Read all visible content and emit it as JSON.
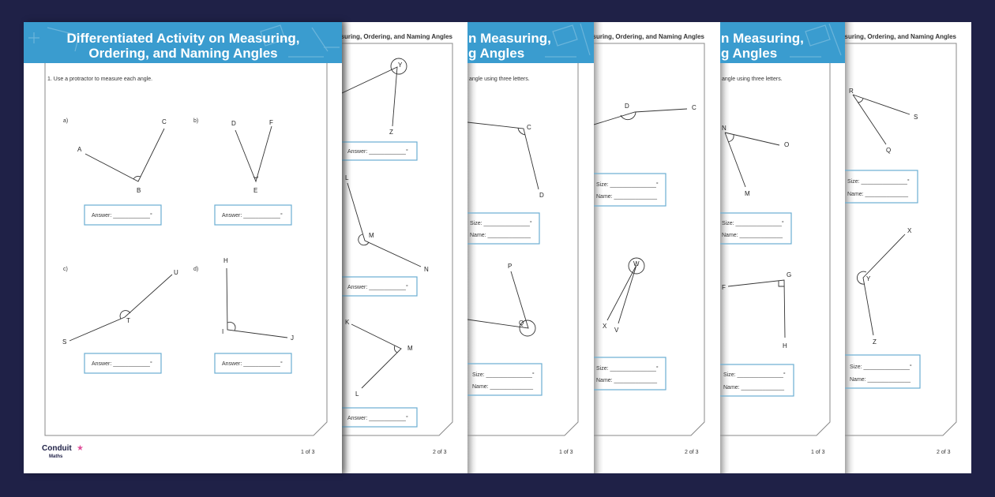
{
  "colors": {
    "background": "#1f2147",
    "header_blue": "#3a9ccf",
    "answer_border": "#6aaed3",
    "brand_star": "#e0509a"
  },
  "title_lines": [
    "Differentiated Activity on Measuring,",
    "Ordering, and Naming Angles"
  ],
  "title_fragments": [
    "n Measuring,",
    "g Angles"
  ],
  "small_header": "asuring, Ordering, and Naming Angles",
  "pages": [
    {
      "instruction": "1.  Use a protractor to measure each angle.",
      "parts": [
        "a)",
        "b)",
        "c)",
        "d)"
      ],
      "labels": [
        "A",
        "B",
        "C",
        "D",
        "E",
        "F",
        "S",
        "T",
        "U",
        "H",
        "I",
        "J"
      ],
      "answer": "Answer: ____________°",
      "brand": {
        "name": "Conduit",
        "sub": "Maths",
        "icon": "star-icon"
      },
      "page_number": "1 of 3"
    },
    {
      "labels": [
        "Y",
        "Z",
        "L",
        "M",
        "N",
        "K",
        "M",
        "L"
      ],
      "answer": "Answer: ____________°",
      "page_number": "2 of 3"
    },
    {
      "instruction": "angle using three letters.",
      "labels": [
        "C",
        "D",
        "P",
        "Q"
      ],
      "size": "Size: _______________°",
      "name": "Name: ______________",
      "page_number": "1 of 3"
    },
    {
      "labels": [
        "D",
        "C",
        "W",
        "X",
        "V"
      ],
      "size": "Size: _______________°",
      "name": "Name: ______________",
      "page_number": "2 of 3"
    },
    {
      "instruction": "angle using three letters.",
      "labels": [
        "N",
        "O",
        "M",
        "F",
        "G",
        "H"
      ],
      "size": "Size: _______________°",
      "name": "Name: ______________",
      "page_number": "1 of 3"
    },
    {
      "labels": [
        "R",
        "S",
        "Q",
        "X",
        "Y",
        "Z"
      ],
      "size": "Size: _______________°",
      "name": "Name: ______________",
      "page_number": "2 of 3"
    }
  ]
}
